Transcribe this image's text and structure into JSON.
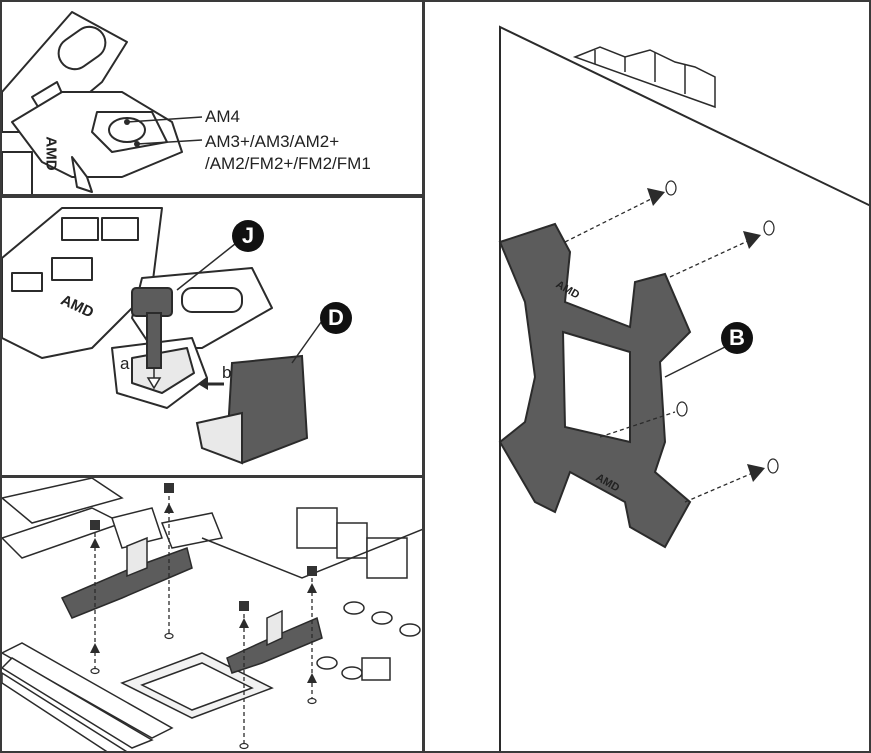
{
  "panels": {
    "top_left": {
      "labels": {
        "am4": "AM4",
        "am3_line1": "AM3+/AM3/AM2+",
        "am3_line2": "/AM2/FM2+/FM2/FM1"
      },
      "bracket_mark": "AMD"
    },
    "middle_left": {
      "callouts": {
        "j": "J",
        "d": "D"
      },
      "steps": {
        "a": "a",
        "b": "b"
      },
      "bracket_mark": "AMD"
    },
    "right": {
      "callouts": {
        "b": "B"
      },
      "bracket_marks": {
        "top": "AMD",
        "bottom": "AMD"
      }
    }
  },
  "colors": {
    "line": "#2b2b2b",
    "part_fill": "#5c5c5c",
    "callout_fill": "#111111",
    "light_part": "#e9e9e9"
  },
  "icons": [
    "arrow-icon",
    "screw-icon",
    "spacer-icon",
    "motherboard-illustration",
    "backplate-illustration"
  ]
}
